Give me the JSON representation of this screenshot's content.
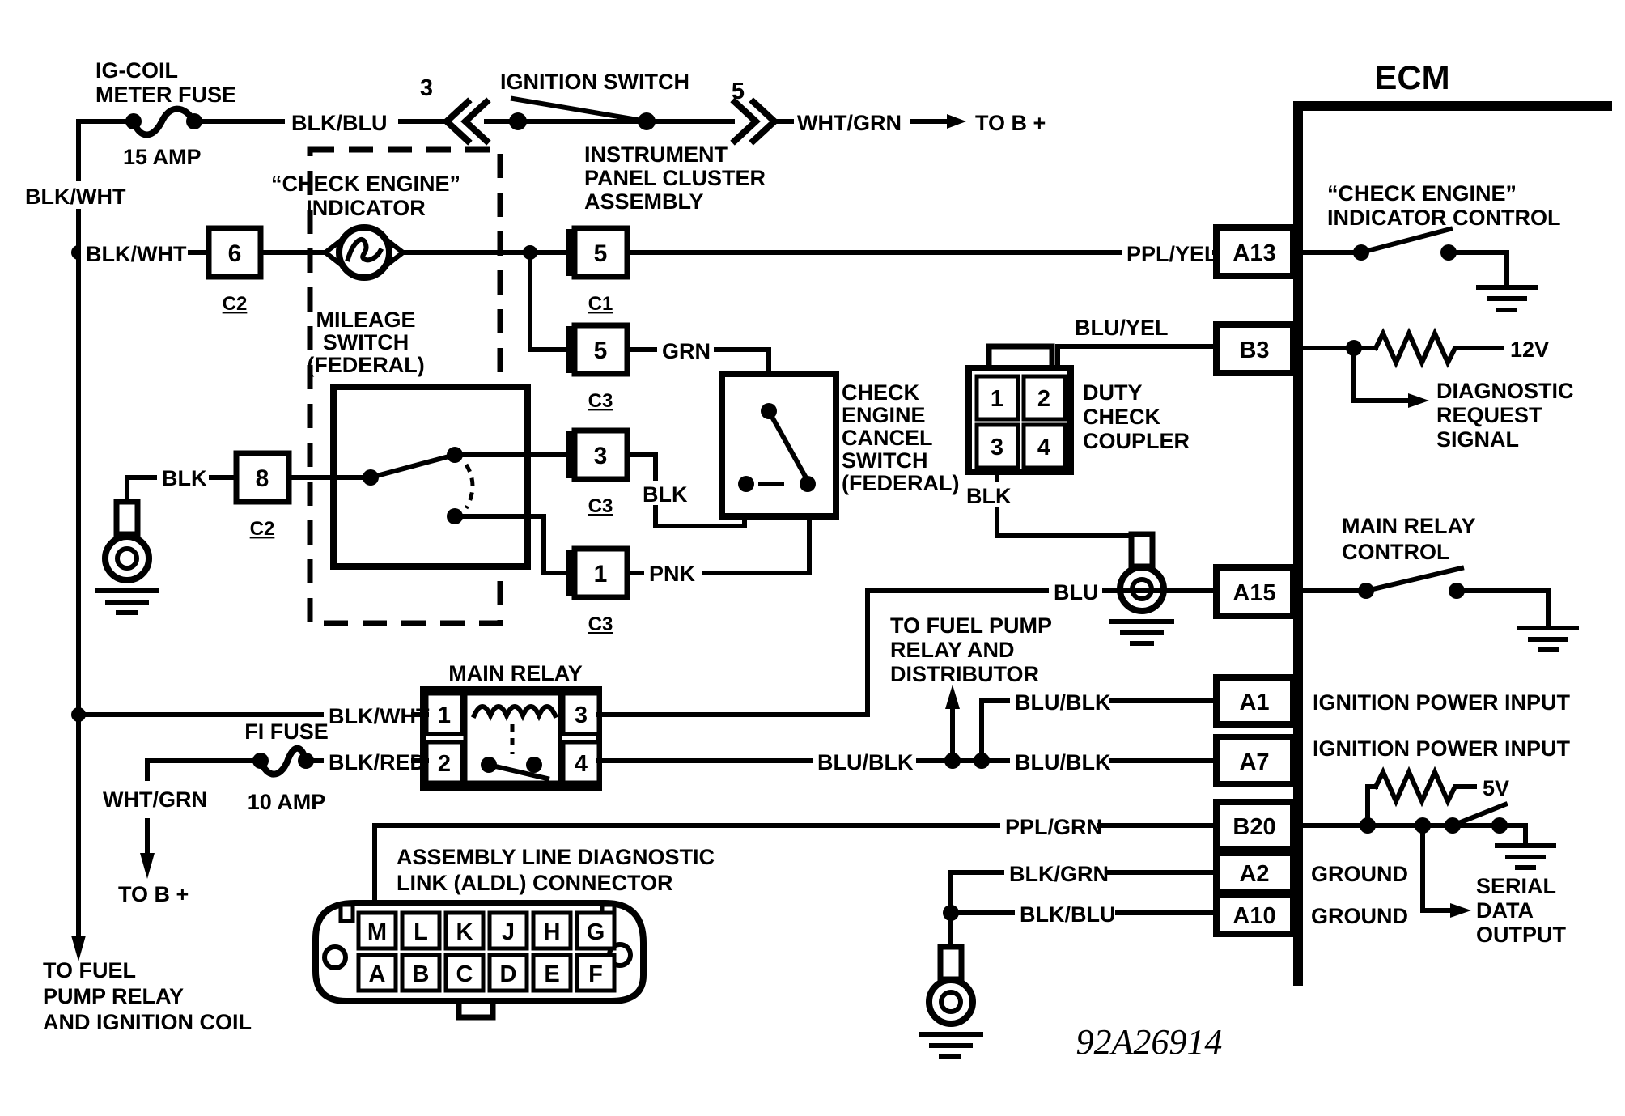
{
  "colors": {
    "ink": "#000000",
    "paper": "#ffffff"
  },
  "header": {
    "ecm_title": "ECM",
    "signature": "92A26914"
  },
  "top_feed": {
    "fuse_name_1": "IG-COIL",
    "fuse_name_2": "METER FUSE",
    "fuse_rating": "15 AMP",
    "wire_left": "BLK/WHT",
    "wire_mid": "BLK/BLU",
    "terminal_3": "3",
    "ignition_switch": "IGNITION SWITCH",
    "terminal_5": "5",
    "wire_right": "WHT/GRN",
    "to_b_plus": "TO B +"
  },
  "cluster": {
    "title": [
      "INSTRUMENT",
      "PANEL CLUSTER",
      "ASSEMBLY"
    ],
    "indicator_title": [
      "“CHECK ENGINE”",
      "INDICATOR"
    ],
    "mileage_title": [
      "MILEAGE",
      "SWITCH",
      "(FEDERAL)"
    ],
    "wire_blk_wht": "BLK/WHT",
    "pin6": "6",
    "pin6_conn": "C2",
    "pin8": "8",
    "pin8_conn": "C2",
    "wire_blk": "BLK",
    "pin5a": "5",
    "pin5a_conn": "C1",
    "pin5b": "5",
    "pin5b_conn": "C3",
    "wire_grn": "GRN",
    "pin3": "3",
    "pin3_conn": "C3",
    "wire_blk2": "BLK",
    "pin1": "1",
    "pin1_conn": "C3",
    "wire_pnk": "PNK"
  },
  "cancel_switch": {
    "title": [
      "CHECK",
      "ENGINE",
      "CANCEL",
      "SWITCH",
      "(FEDERAL)"
    ]
  },
  "duty_coupler": {
    "title": [
      "DUTY",
      "CHECK",
      "COUPLER"
    ],
    "pins": [
      "1",
      "2",
      "3",
      "4"
    ],
    "wire_top": "BLU/YEL",
    "wire_gnd": "BLK"
  },
  "main_relay": {
    "title": "MAIN RELAY",
    "pins": [
      "1",
      "2",
      "3",
      "4"
    ],
    "fuse_name": "FI FUSE",
    "fuse_rating": "10 AMP",
    "wire_pin1": "BLK/WHT",
    "wire_pin2": "BLK/RED",
    "wire_pin3": "BLU",
    "wire_pin4": "BLU/BLK",
    "wire_wht_grn": "WHT/GRN",
    "to_b_plus": "TO B +",
    "branch_note": [
      "TO FUEL PUMP",
      "RELAY AND",
      "DISTRIBUTOR"
    ],
    "bottom_note": [
      "TO FUEL",
      "PUMP RELAY",
      "AND IGNITION COIL"
    ]
  },
  "aldl": {
    "title": [
      "ASSEMBLY LINE DIAGNOSTIC",
      "LINK (ALDL) CONNECTOR"
    ],
    "row_top": [
      "M",
      "L",
      "K",
      "J",
      "H",
      "G"
    ],
    "row_bottom": [
      "A",
      "B",
      "C",
      "D",
      "E",
      "F"
    ],
    "wire": "PPL/GRN"
  },
  "ecm": {
    "pins": [
      {
        "id": "A13",
        "wire": "PPL/YEL"
      },
      {
        "id": "B3",
        "wire": "BLU/YEL"
      },
      {
        "id": "A15",
        "wire": "BLU"
      },
      {
        "id": "A1",
        "wire": "BLU/BLK",
        "note": "IGNITION POWER INPUT"
      },
      {
        "id": "A7",
        "wire": "BLU/BLK",
        "note": "IGNITION POWER INPUT"
      },
      {
        "id": "B20",
        "wire": "PPL/GRN"
      },
      {
        "id": "A2",
        "wire": "BLK/GRN",
        "note": "GROUND"
      },
      {
        "id": "A10",
        "wire": "BLK/BLU",
        "note": "GROUND"
      }
    ],
    "check_engine_control": [
      "“CHECK ENGINE”",
      "INDICATOR CONTROL"
    ],
    "v12": "12V",
    "diag_request": [
      "DIAGNOSTIC",
      "REQUEST",
      "SIGNAL"
    ],
    "main_relay_control": [
      "MAIN RELAY",
      "CONTROL"
    ],
    "v5": "5V",
    "serial": [
      "SERIAL",
      "DATA",
      "OUTPUT"
    ]
  }
}
